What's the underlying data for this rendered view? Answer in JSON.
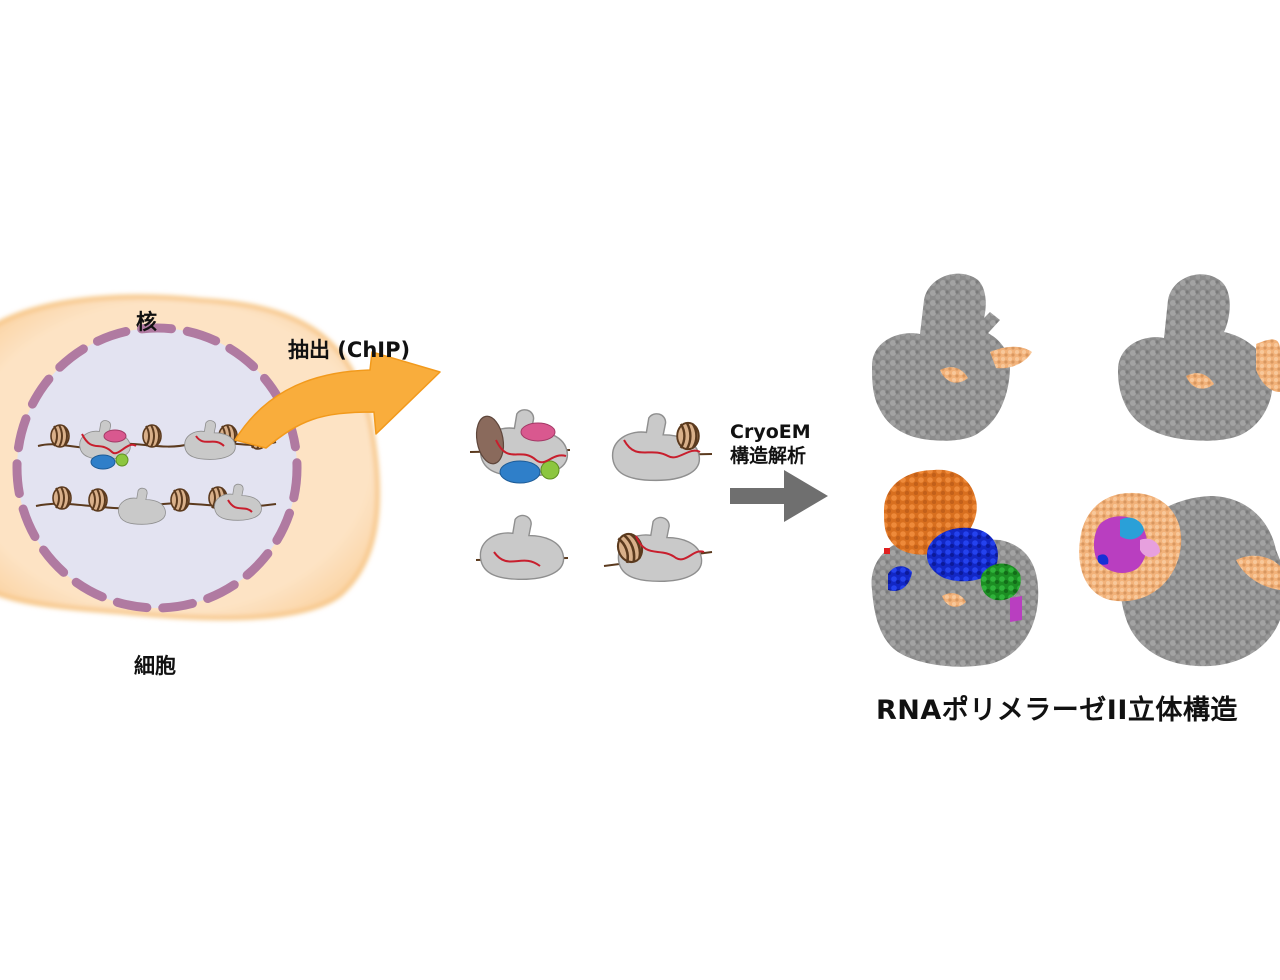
{
  "labels": {
    "nucleus": "核",
    "cell": "細胞",
    "extraction": "抽出 (ChIP)",
    "method_line1": "CryoEM",
    "method_line2": "構造解析",
    "structure_title": "RNAポリメラーゼII立体構造"
  },
  "colors": {
    "cell_fill": "#fde3c4",
    "cell_edge": "#f6c27e",
    "nucleus_fill": "#e3e3f1",
    "nuclear_envelope": "#b07aa1",
    "arrow_orange": "#f9ad3c",
    "arrow_gray": "#6f6f6f",
    "polymerase_gray": "#c9c9c9",
    "dna_brown": "#5b3a1e",
    "rna_red": "#c81e2d",
    "factor_pink": "#d9588f",
    "factor_blue": "#2f7fc9",
    "factor_green": "#8cc63f",
    "factor_brown": "#8a6a5c",
    "protein_gray": "#8e8e8e",
    "nucleosome_dna_tan": "#f2b27a",
    "subunit_orange": "#e07b2d",
    "subunit_blue": "#1530d6",
    "subunit_green": "#22a02a",
    "subunit_purple": "#9b2fae",
    "subunit_magenta": "#b93ec0",
    "subunit_pink": "#e7a0de"
  }
}
